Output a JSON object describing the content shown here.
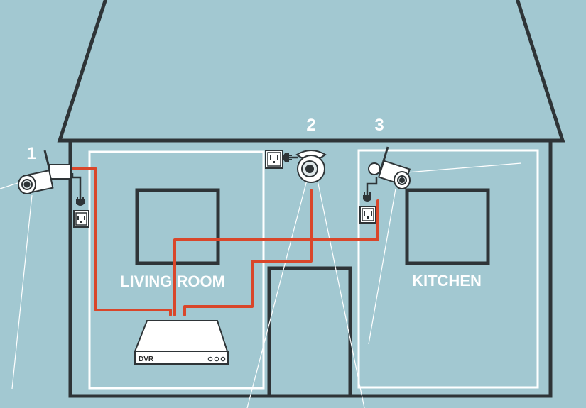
{
  "colors": {
    "background": "#a2c8d1",
    "walls": "#2e3437",
    "room_outline": "#ffffff",
    "cable": "#d9462a",
    "view_lines": "#ffffff",
    "device": "#ffffff"
  },
  "cameras": [
    {
      "number": "1"
    },
    {
      "number": "2"
    },
    {
      "number": "3"
    }
  ],
  "rooms": {
    "living_room": "LIVING ROOM",
    "kitchen": "KITCHEN"
  },
  "dvr": {
    "label": "DVR"
  }
}
